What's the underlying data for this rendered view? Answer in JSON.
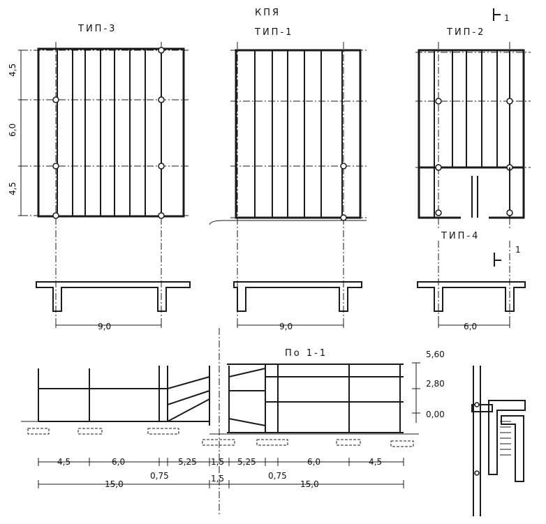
{
  "title": "КПЯ",
  "plans": [
    {
      "label": "ТИП-3"
    },
    {
      "label": "ТИП-1"
    },
    {
      "label": "ТИП-2"
    },
    {
      "label": "ТИП-4"
    }
  ],
  "section_mark_top": "1",
  "section_mark_bottom": "1",
  "plan_dims_vertical": [
    "4,5",
    "6,0",
    "4,5"
  ],
  "cross_section_spans": [
    "9,0",
    "9,0",
    "6,0"
  ],
  "section_title": "По 1-1",
  "elevations": [
    "5,60",
    "2,80",
    "0,00"
  ],
  "bottom_dims_row1": [
    "4,5",
    "6,0",
    "0,75",
    "5,25",
    "1,5",
    "5,25",
    "0,75",
    "6,0",
    "4,5"
  ],
  "bottom_dims_row2": [
    "15,0",
    "1,5",
    "15,0"
  ]
}
